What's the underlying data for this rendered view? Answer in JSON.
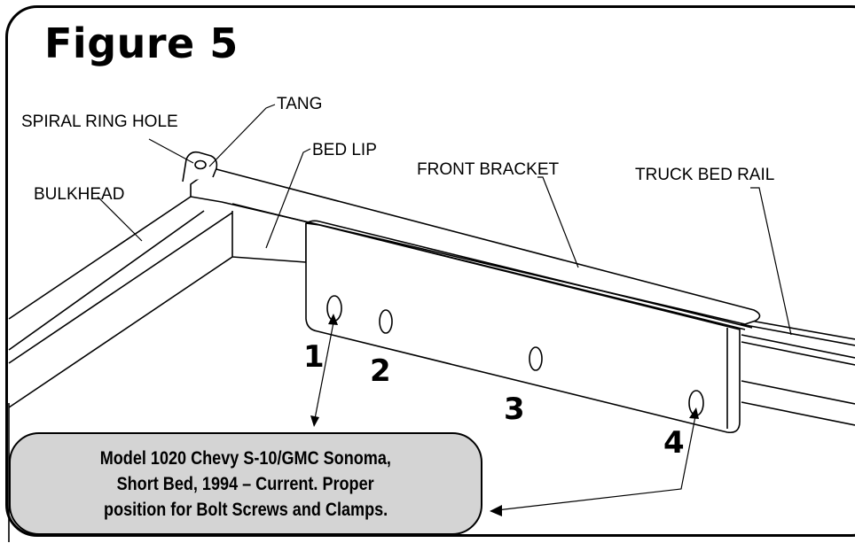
{
  "figure": {
    "title": "Figure 5"
  },
  "labels": {
    "spiral_ring_hole": "SPIRAL RING HOLE",
    "tang": "TANG",
    "bed_lip": "BED LIP",
    "front_bracket": "FRONT BRACKET",
    "truck_bed_rail": "TRUCK BED RAIL",
    "bulkhead": "BULKHEAD"
  },
  "positions": [
    "1",
    "2",
    "3",
    "4"
  ],
  "caption": {
    "lines": [
      "Model 1020 Chevy S-10/GMC Sonoma,",
      "Short Bed, 1994 – Current. Proper",
      "position for Bolt Screws and Clamps."
    ]
  },
  "colors": {
    "line": "#000000",
    "caption_fill": "#d4d4d4",
    "background": "#ffffff"
  }
}
